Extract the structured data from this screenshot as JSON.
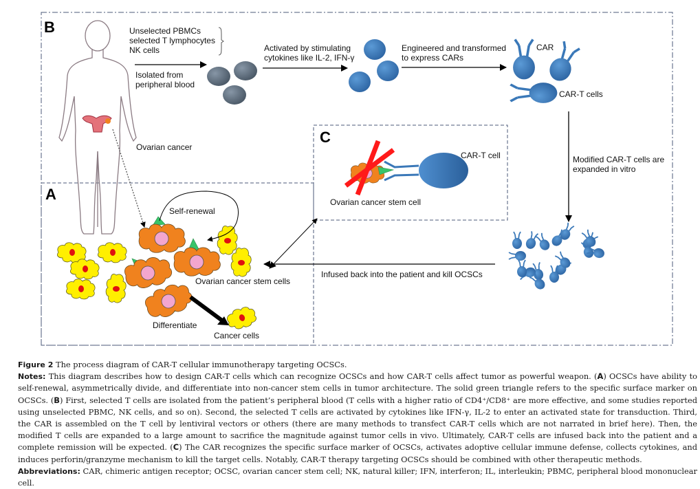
{
  "figure": {
    "panels": {
      "A": "A",
      "B": "B",
      "C": "C"
    },
    "panel_b": {
      "cell_sources": [
        "Unselected PBMCs",
        "selected T lymphocytes",
        "NK cells"
      ],
      "isolation_label": [
        "Isolated from",
        "peripheral blood"
      ],
      "activation_label": [
        "Activated by stimulating",
        "cytokines like IL-2, IFN-γ"
      ],
      "engineering_label": [
        "Engineered and transformed",
        "to express CARs"
      ],
      "car_label": "CAR",
      "car_t_cells_label": "CAR-T cells",
      "expansion_label": [
        "Modified CAR-T cells are",
        "expanded in vitro"
      ],
      "infusion_label": "Infused back into the patient and kill OCSCs",
      "ovarian_cancer_label": "Ovarian cancer"
    },
    "panel_a": {
      "self_renewal_label": "Self-renewal",
      "ocsc_label": "Ovarian cancer stem cells",
      "differentiate_label": "Differentiate",
      "cancer_cells_label": "Cancer cells"
    },
    "panel_c": {
      "car_t_cell_label": "CAR-T cell",
      "ocsc_label": "Ovarian cancer stem cell"
    },
    "colors": {
      "t_cell_grey": "#5c6b7a",
      "t_cell_blue": "#3a78b8",
      "ocsc_orange": "#f0821e",
      "nucleus_pink": "#f3a6cf",
      "marker_green": "#38c46a",
      "cancer_yellow": "#ffef00",
      "cancer_red": "#e01010",
      "cross_red": "#ff1a1a",
      "frame": "#4b5a78"
    }
  },
  "caption": {
    "figure_label": "Figure 2",
    "title": "The process diagram of CAR-T cellular immunotherapy targeting OCSCs.",
    "notes_label": "Notes:",
    "notes_intro": "This diagram describes how to design CAR-T cells which can recognize OCSCs and how CAR-T cells affect tumor as powerful weapon. (",
    "notes_a_letter": "A",
    "notes_a": ") OCSCs have ability to self-renewal, asymmetrically divide, and differentiate into non-cancer stem cells in tumor architecture. The solid green triangle refers to the specific surface marker on OCSCs. (",
    "notes_b_letter": "B",
    "notes_b": ") First, selected T cells are isolated from the patient’s peripheral blood (T cells with a higher ratio of CD4⁺/CD8⁺ are more effective, and some studies reported using unselected PBMC, NK cells, and so on). Second, the selected T cells are activated by cytokines like IFN-γ, IL-2 to enter an activated state for transduction. Third, the CAR is assembled on the T cell by lentiviral vectors or others (there are many methods to transfect CAR-T cells which are not narrated in brief here). Then, the modified T cells are expanded to a large amount to sacrifice the magnitude against tumor cells in vivo. Ultimately, CAR-T cells are infused back into the patient and a complete remission will be expected. (",
    "notes_c_letter": "C",
    "notes_c": ") The CAR recognizes the specific surface marker of OCSCs, activates adoptive cellular immune defense, collects cytokines, and induces perforin/granzyme mechanism to kill the target cells. Notably, CAR-T therapy targeting OCSCs should be combined with other therapeutic methods.",
    "abbrev_label": "Abbreviations:",
    "abbrev_text": "CAR, chimeric antigen receptor; OCSC, ovarian cancer stem cell; NK, natural killer; IFN, interferon; IL, interleukin; PBMC, peripheral blood mononuclear cell."
  }
}
